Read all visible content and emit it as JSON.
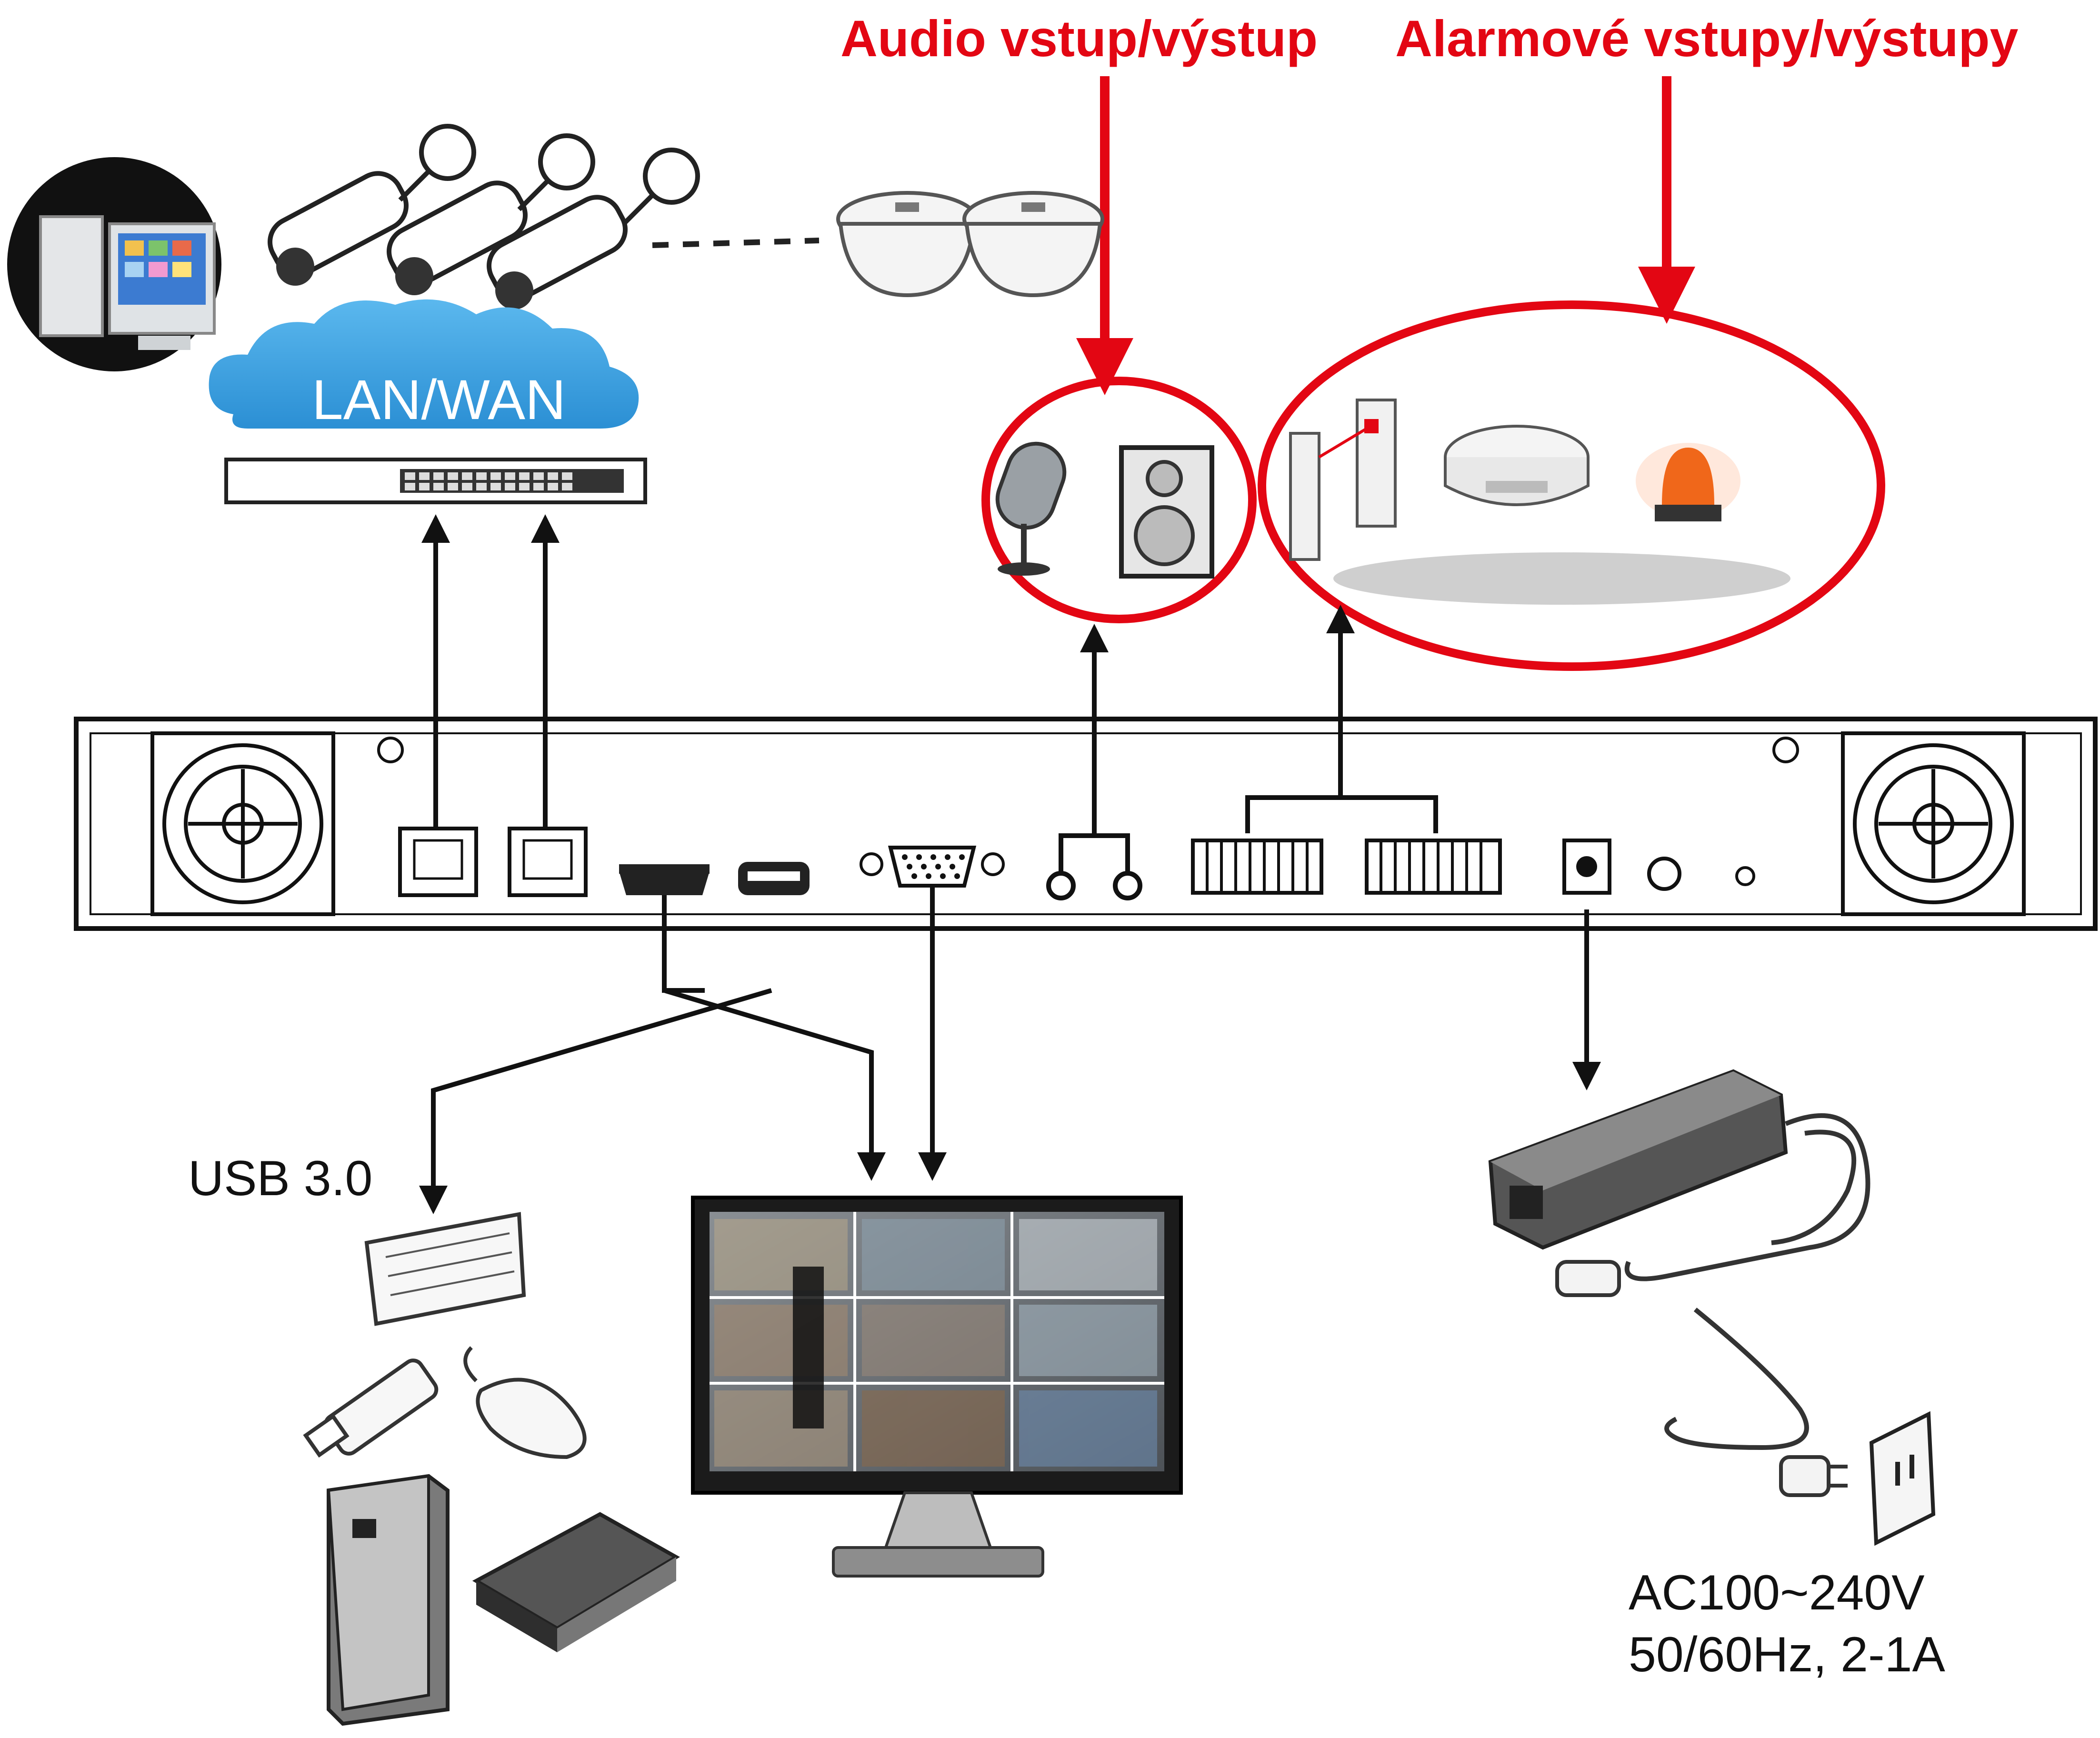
{
  "labels": {
    "audio": "Audio vstup/výstup",
    "alarm": "Alarmové vstupy/výstupy",
    "network": "LAN/WAN",
    "usb": "USB 3.0",
    "power_line1": "AC100~240V",
    "power_line2": "50/60Hz, 2-1A"
  },
  "colors": {
    "accent": "#e30613",
    "line": "#111111",
    "cloud": "#3aa0e0"
  },
  "icons": [
    "computer-icon",
    "bullet-camera-icon",
    "dome-camera-icon",
    "network-switch-icon",
    "microphone-icon",
    "speaker-icon",
    "door-sensor-icon",
    "smoke-detector-icon",
    "alarm-beacon-icon",
    "keyboard-icon",
    "usb-drive-icon",
    "mouse-icon",
    "external-hdd-icon",
    "monitor-icon",
    "power-adapter-icon",
    "wall-outlet-icon"
  ]
}
